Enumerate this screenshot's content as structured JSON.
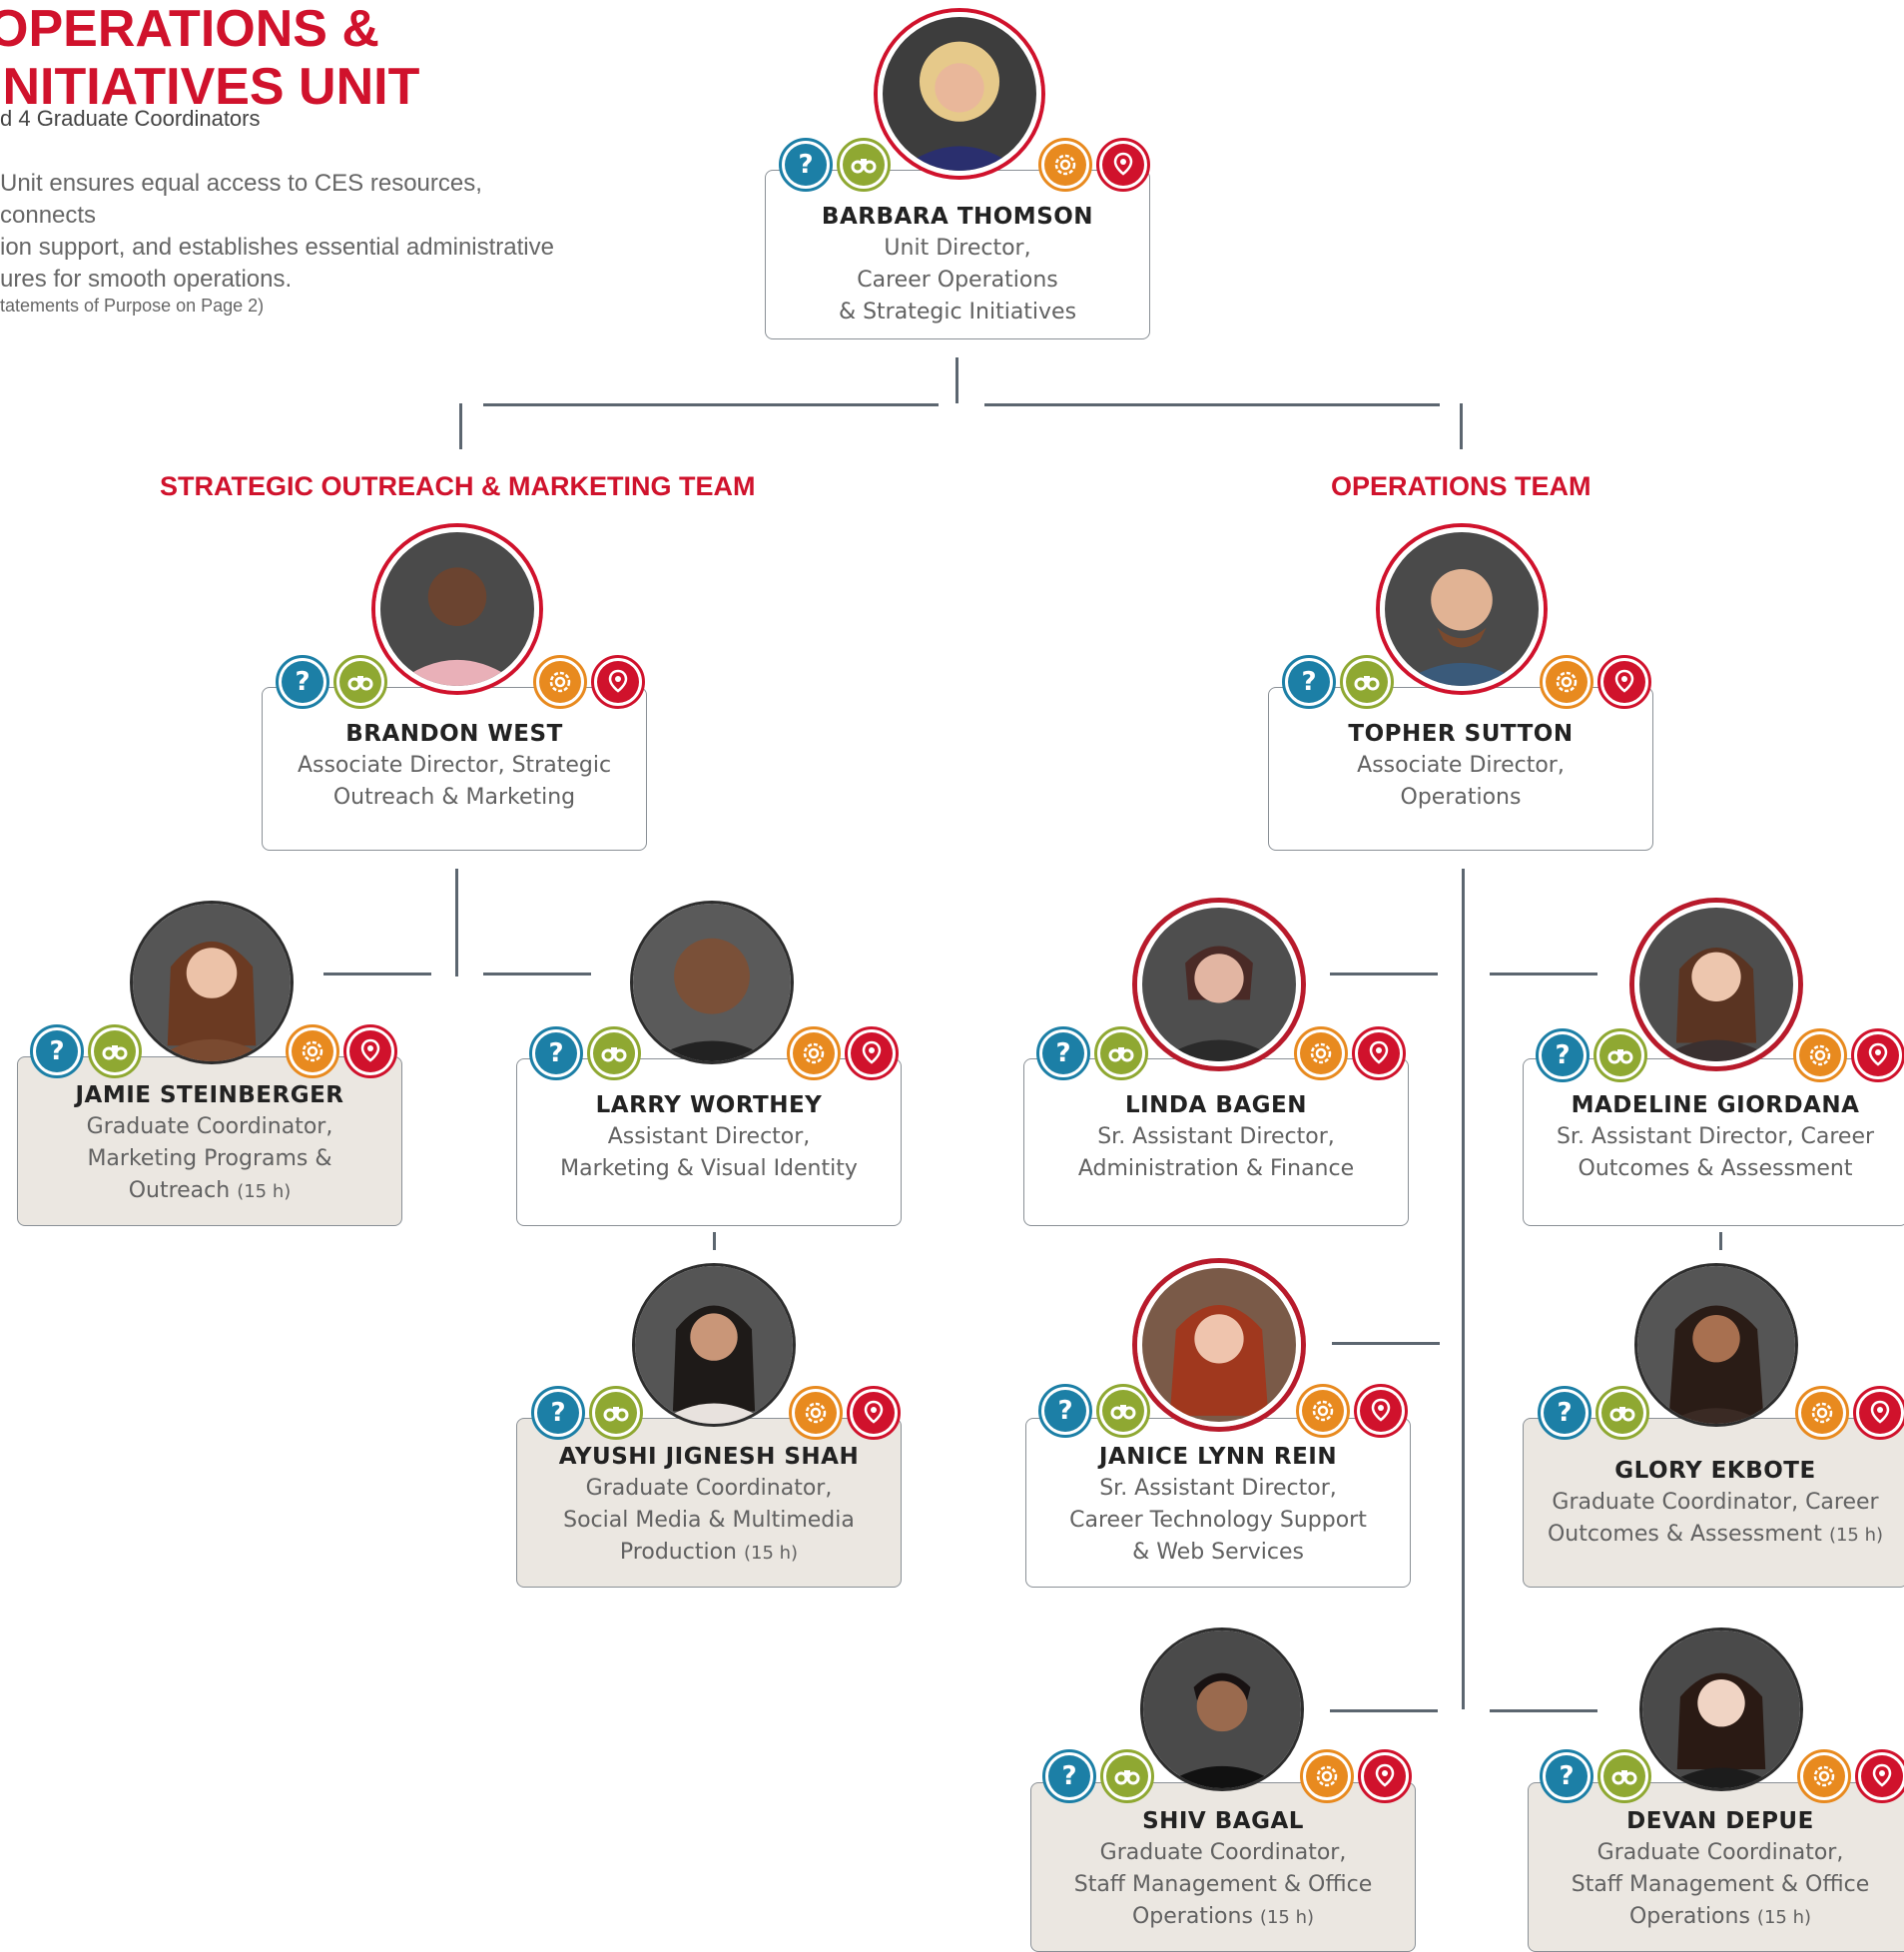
{
  "unit": {
    "title": "OPERATIONS &\nINITIATIVES UNIT",
    "subtitle": "d 4 Graduate Coordinators",
    "description": "Unit ensures equal access to CES resources, connects\nion support, and establishes essential administrative\nures for smooth operations.",
    "note": "tatements of Purpose on Page 2)"
  },
  "teams": {
    "left": "STRATEGIC OUTREACH & MARKETING TEAM",
    "right": "OPERATIONS TEAM"
  },
  "colors": {
    "brand_red": "#d0122c",
    "icon_blue": "#1c7fa6",
    "icon_green": "#8fa832",
    "icon_orange": "#e88a1f",
    "icon_red": "#d0122c"
  },
  "icons": [
    "question-icon",
    "binoculars-icon",
    "target-icon",
    "location-pin-icon"
  ],
  "people": {
    "barbara": {
      "name": "BARBARA THOMSON",
      "role": "Unit Director,\nCareer Operations\n& Strategic Initiatives"
    },
    "brandon": {
      "name": "BRANDON WEST",
      "role": "Associate Director, Strategic\nOutreach & Marketing"
    },
    "topher": {
      "name": "TOPHER SUTTON",
      "role": "Associate Director,\nOperations"
    },
    "jamie": {
      "name": "JAMIE STEINBERGER",
      "role": "Graduate Coordinator,\nMarketing Programs &\nOutreach",
      "hours": "(15 h)"
    },
    "larry": {
      "name": "LARRY WORTHEY",
      "role": "Assistant Director,\nMarketing & Visual Identity"
    },
    "ayushi": {
      "name": "AYUSHI JIGNESH SHAH",
      "role": "Graduate Coordinator,\nSocial Media & Multimedia\nProduction",
      "hours": "(15 h)"
    },
    "linda": {
      "name": "LINDA BAGEN",
      "role": "Sr. Assistant Director,\nAdministration & Finance"
    },
    "madeline": {
      "name": "MADELINE GIORDANA",
      "role": "Sr. Assistant Director, Career\nOutcomes & Assessment"
    },
    "janice": {
      "name": "JANICE LYNN REIN",
      "role": "Sr. Assistant Director,\nCareer Technology Support\n& Web Services"
    },
    "glory": {
      "name": "GLORY EKBOTE",
      "role": "Graduate Coordinator, Career\nOutcomes & Assessment",
      "hours": "(15 h)"
    },
    "shiv": {
      "name": "SHIV BAGAL",
      "role": "Graduate Coordinator,\nStaff Management & Office\nOperations",
      "hours": "(15 h)"
    },
    "devan": {
      "name": "DEVAN DEPUE",
      "role": "Graduate Coordinator,\nStaff Management & Office\nOperations",
      "hours": "(15 h)"
    }
  }
}
